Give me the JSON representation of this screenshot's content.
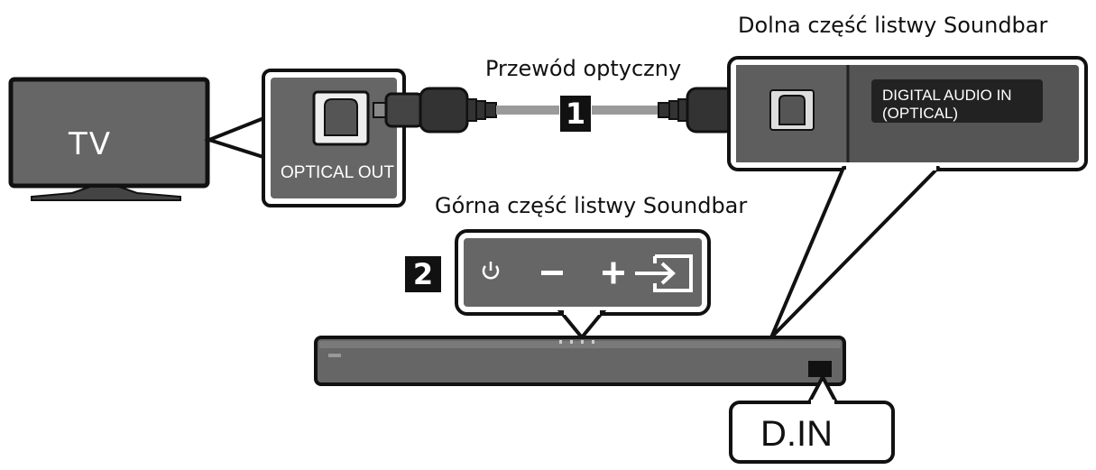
{
  "labels": {
    "soundbar_bottom": "Dolna część listwy Soundbar",
    "optical_cable": "Przewód optyczny",
    "soundbar_top": "Górna część listwy Soundbar",
    "tv": "TV",
    "optical_out": "OPTICAL OUT",
    "digital_audio_in_line1": "DIGITAL AUDIO IN",
    "digital_audio_in_line2": "(OPTICAL)",
    "d_in": "D.IN"
  },
  "steps": [
    "1",
    "2"
  ],
  "icons": [
    "power-icon",
    "volume-down-icon",
    "volume-up-icon",
    "input-source-icon"
  ],
  "colors": {
    "panel_gray": "#555555",
    "tv_screen": "#666666",
    "cable_gray": "#9a9a9a",
    "outline": "#111111"
  }
}
